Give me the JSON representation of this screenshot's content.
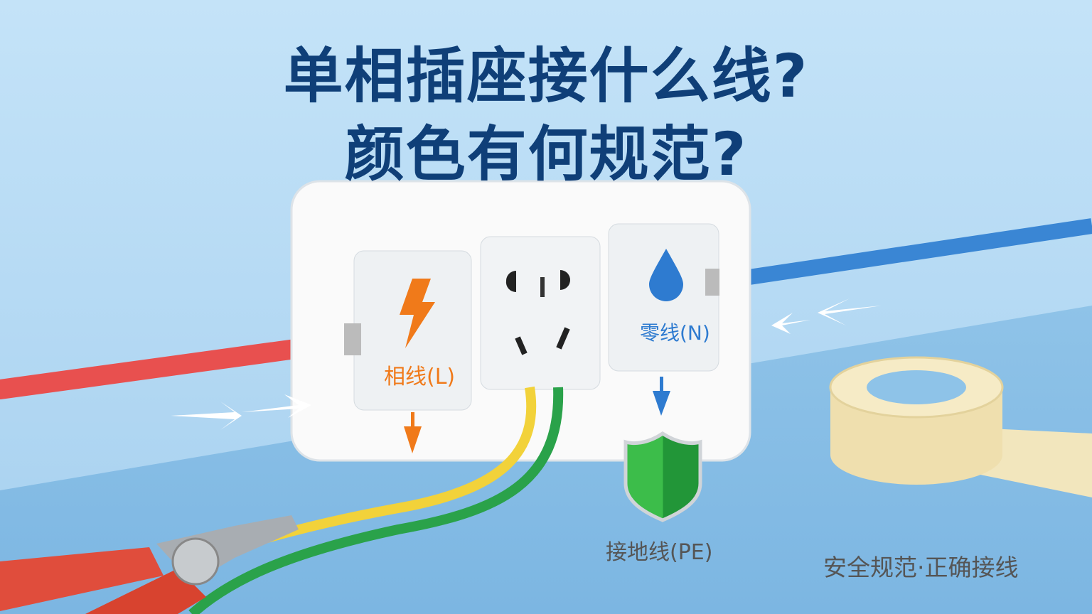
{
  "title": {
    "line1": "单相插座接什么线?",
    "line2": "颜色有何规范?"
  },
  "labels": {
    "live": "相线(L)",
    "neutral": "零线(N)",
    "earth": "接地线(PE)"
  },
  "slogan": "安全规范·正确接线",
  "colors": {
    "live": "#e8504f",
    "neutral": "#3a86d4",
    "earth_yellow": "#f2d23a",
    "earth_green": "#2aa24a",
    "title": "#0f3f78",
    "accent": "#f07a1a"
  },
  "icons": [
    "lightning-icon",
    "water-drop-icon",
    "shield-icon",
    "pliers-icon",
    "tape-roll-icon",
    "arrow-icon"
  ]
}
